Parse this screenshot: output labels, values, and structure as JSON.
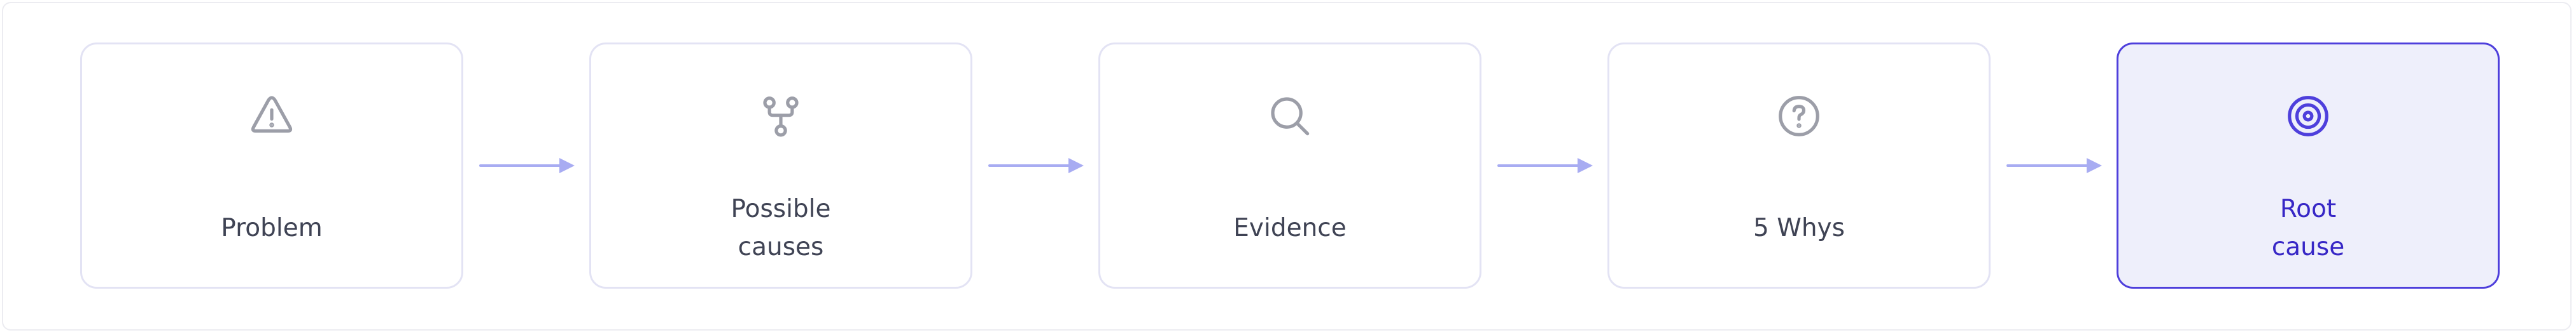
{
  "steps": [
    {
      "line1": "Problem",
      "line2": "",
      "icon": "warning-triangle-icon"
    },
    {
      "line1": "Possible",
      "line2": "causes",
      "icon": "branch-fork-icon"
    },
    {
      "line1": "Evidence",
      "line2": "",
      "icon": "search-icon"
    },
    {
      "line1": "5 Whys",
      "line2": "",
      "icon": "question-circle-icon"
    },
    {
      "line1": "Root",
      "line2": "cause",
      "icon": "target-icon"
    }
  ],
  "colors": {
    "card_border": "#e3e3f4",
    "icon": "#9c9ea8",
    "label": "#3f4354",
    "arrow": "#a8acf2",
    "highlight_fill": "#eeeffb",
    "highlight_border": "#4e3fdc",
    "highlight_text": "#3727c6"
  }
}
